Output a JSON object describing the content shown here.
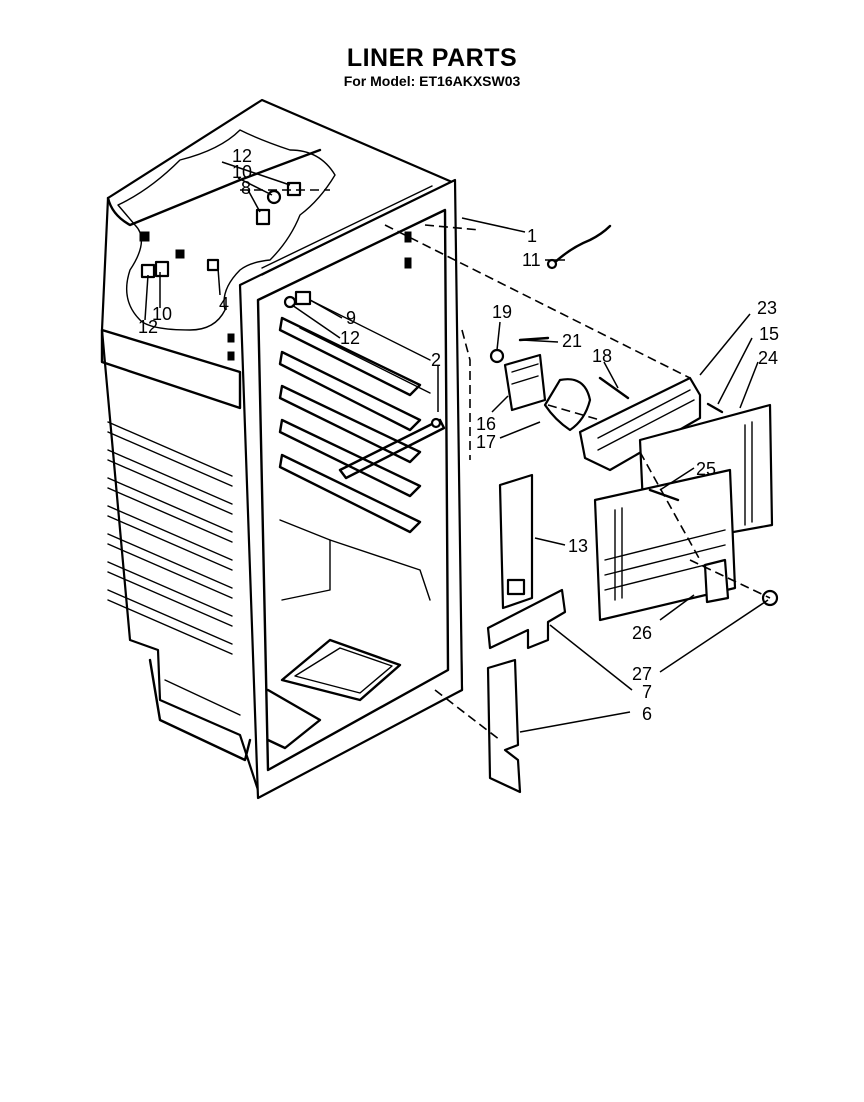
{
  "header": {
    "title": "LINER PARTS",
    "subtitle": "For Model: ET16AKXSW03"
  },
  "callouts": {
    "c1": "1",
    "c2": "2",
    "c4": "4",
    "c6": "6",
    "c7": "7",
    "c8": "8",
    "c9": "9",
    "c10a": "10",
    "c10b": "10",
    "c11": "11",
    "c12a": "12",
    "c12b": "12",
    "c12c": "12",
    "c13": "13",
    "c15": "15",
    "c16": "16",
    "c17": "17",
    "c18": "18",
    "c19": "19",
    "c21": "21",
    "c23": "23",
    "c24": "24",
    "c25": "25",
    "c26": "26",
    "c27": "27"
  }
}
